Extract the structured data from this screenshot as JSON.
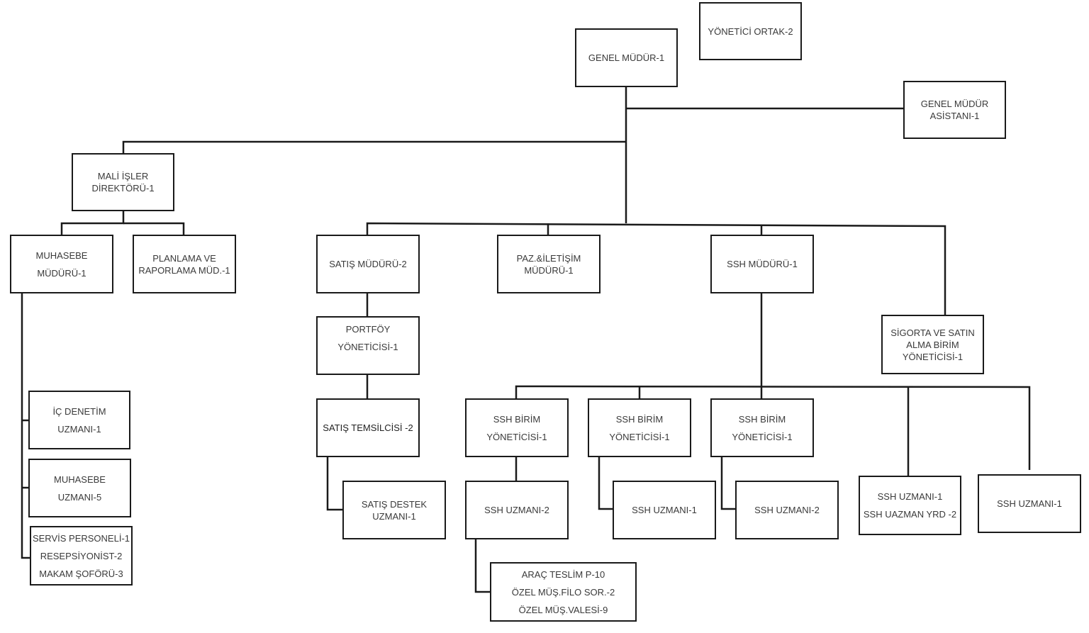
{
  "title": "Organization Chart",
  "colors": {
    "line": "#1a1a1a",
    "text": "#3a3a3a",
    "background": "#ffffff"
  },
  "nodes": {
    "yonetici_ortak": {
      "lines": [
        "YÖNETİCİ ORTAK-2"
      ]
    },
    "genel_mudur": {
      "lines": [
        "GENEL MÜDÜR-1"
      ]
    },
    "genel_mudur_asistani": {
      "lines": [
        "GENEL MÜDÜR",
        "ASİSTANI-1"
      ]
    },
    "mali_isler": {
      "lines": [
        "MALİ İŞLER",
        "DİREKTÖRÜ-1"
      ]
    },
    "muhasebe_muduru": {
      "lines": [
        "MUHASEBE",
        "MÜDÜRÜ-1"
      ]
    },
    "planlama": {
      "lines": [
        "PLANLAMA VE",
        "RAPORLAMA MÜD.-1"
      ]
    },
    "ic_denetim": {
      "lines": [
        "İÇ DENETİM",
        "UZMANI-1"
      ]
    },
    "muhasebe_uzmani": {
      "lines": [
        "MUHASEBE",
        "UZMANI-5"
      ]
    },
    "servis": {
      "lines": [
        "SERVİS PERSONELİ-1",
        "RESEPSİYONİST-2",
        "MAKAM ŞOFÖRÜ-3"
      ]
    },
    "satis_muduru": {
      "lines": [
        "SATIŞ MÜDÜRÜ-2"
      ]
    },
    "portfoy": {
      "lines": [
        "PORTFÖY",
        "YÖNETİCİSİ-1"
      ]
    },
    "satis_temsilcisi": {
      "lines": [
        "SATIŞ TEMSİLCİSİ -2"
      ]
    },
    "satis_destek": {
      "lines": [
        "SATIŞ DESTEK",
        "UZMANI-1"
      ]
    },
    "paz_iletisim": {
      "lines": [
        "PAZ.&İLETİŞİM",
        "MÜDÜRÜ-1"
      ]
    },
    "ssh_muduru": {
      "lines": [
        "SSH MÜDÜRÜ-1"
      ]
    },
    "sigorta": {
      "lines": [
        "SİGORTA VE SATIN",
        "ALMA BİRİM",
        "YÖNETİCİSİ-1"
      ]
    },
    "ssh_birim_1": {
      "lines": [
        "SSH BİRİM",
        "YÖNETİCİSİ-1"
      ]
    },
    "ssh_birim_2": {
      "lines": [
        "SSH BİRİM",
        "YÖNETİCİSİ-1"
      ]
    },
    "ssh_birim_3": {
      "lines": [
        "SSH BİRİM",
        "YÖNETİCİSİ-1"
      ]
    },
    "ssh_uzmani_a": {
      "lines": [
        "SSH UZMANI-2"
      ]
    },
    "ssh_uzmani_b": {
      "lines": [
        "SSH UZMANI-1"
      ]
    },
    "ssh_uzmani_c": {
      "lines": [
        "SSH UZMANI-2"
      ]
    },
    "ssh_uzmani_yrd": {
      "lines": [
        "SSH UZMANI-1",
        "SSH UAZMAN YRD -2"
      ]
    },
    "ssh_uzmani_d": {
      "lines": [
        "SSH UZMANI-1"
      ]
    },
    "arac_teslim": {
      "lines": [
        "ARAÇ TESLİM P-10",
        "ÖZEL MÜŞ.FİLO SOR.-2",
        "ÖZEL MÜŞ.VALESİ-9"
      ]
    }
  }
}
